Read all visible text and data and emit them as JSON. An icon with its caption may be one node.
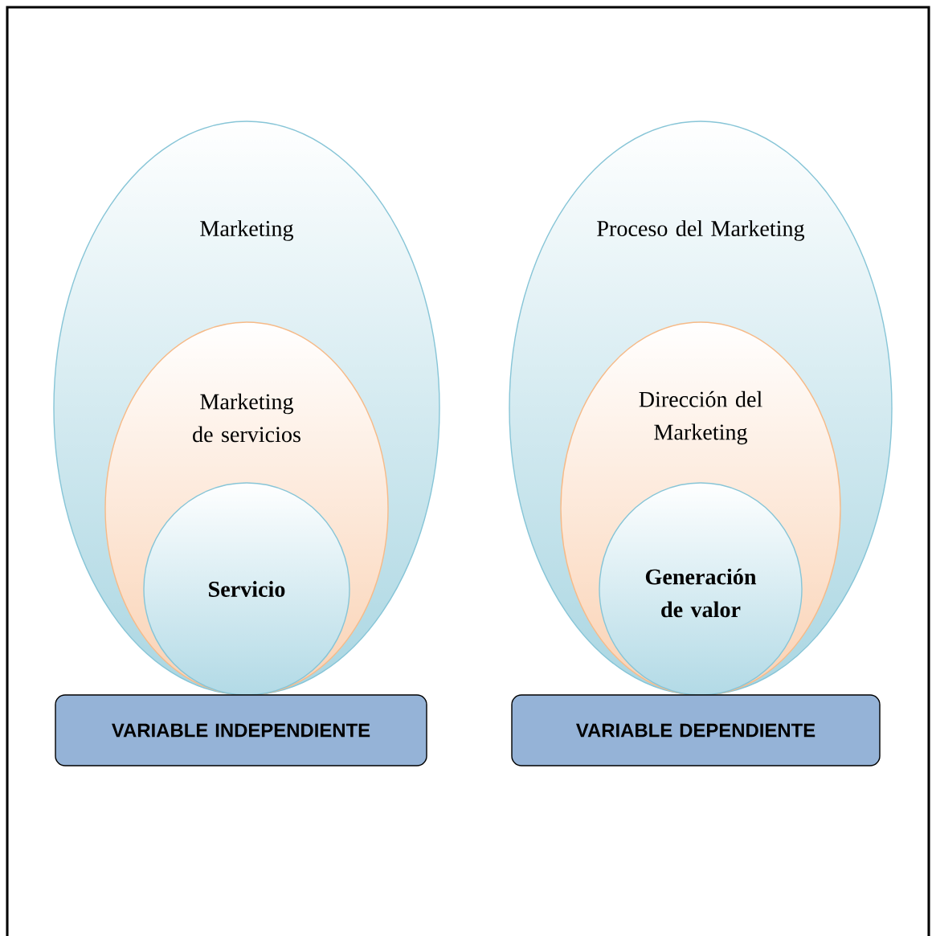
{
  "diagram": {
    "nodes": [
      {
        "text": [
          "Marketing"
        ]
      },
      {
        "text": [
          "Marketing de servicios"
        ],
        "in": 0
      },
      {
        "text": [
          "Servicio"
        ],
        "in": 1
      },
      {
        "text": [
          "VARIABLE INDEPENDIENTE"
        ]
      },
      {
        "text": [
          "Proceso del Marketing"
        ]
      },
      {
        "text": [
          "Dirección del Marketing"
        ],
        "in": 4
      },
      {
        "text": [
          "Generación de valor"
        ],
        "in": 5
      },
      {
        "text": [
          "VARIABLE DEPENDIENTE"
        ]
      }
    ]
  }
}
